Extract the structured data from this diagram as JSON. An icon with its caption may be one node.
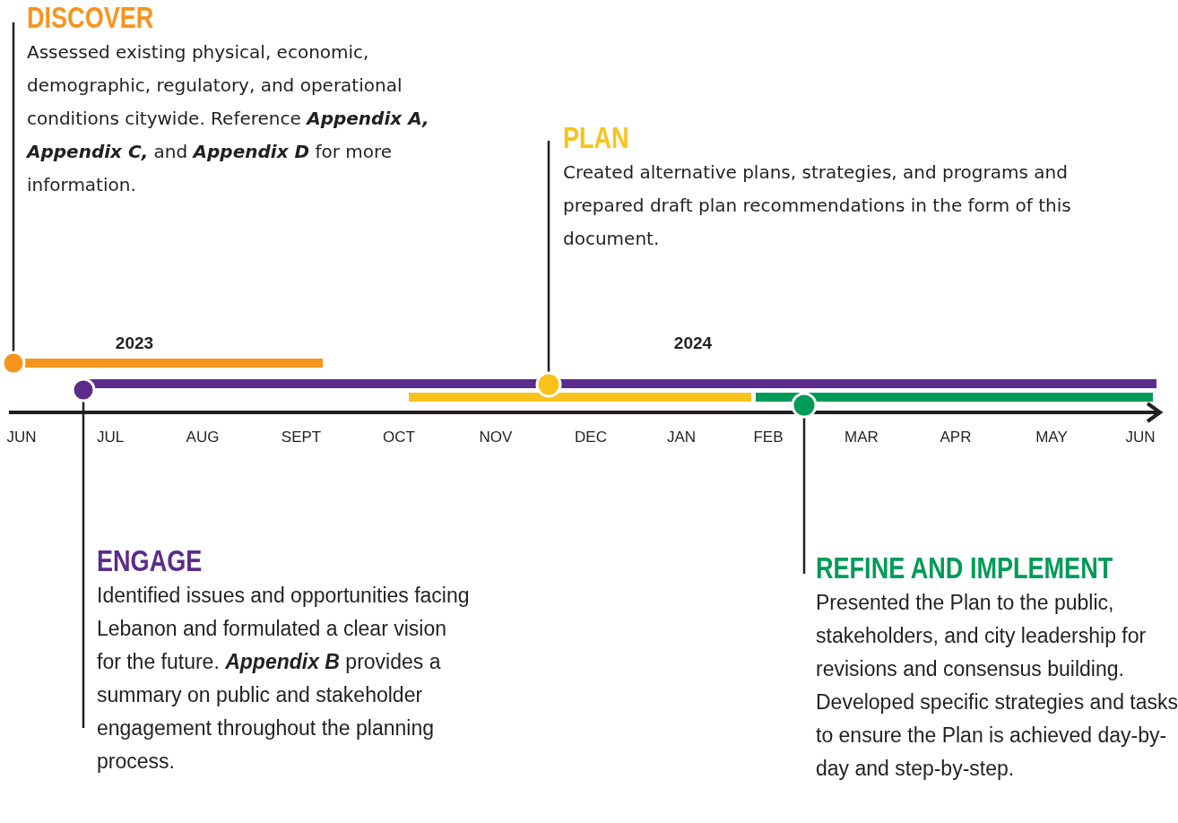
{
  "diagram": {
    "nodes": [
      {
        "text": [
          "DISCOVER",
          "Assessed existing physical, economic, demographic, regulatory, and operational conditions citywide. Reference **Appendix A, Appendix C,** and **Appendix D** for more information."
        ]
      },
      {
        "text": [],
        "shape": "circle"
      },
      {
        "text": [
          "ENGAGE",
          "Identified issues and opportunities facing Lebanon and formulated a clear vision for the future. **Appendix B** provides a summary on public and stakeholder engagement throughout the planning process."
        ]
      },
      {
        "text": [],
        "shape": "circle"
      },
      {
        "text": [
          "PLAN",
          "Created alternative plans, strategies, and programs and prepared draft plan recommendations in the form of this document."
        ]
      },
      {
        "text": [],
        "shape": "circle"
      },
      {
        "text": [
          "REFINE AND IMPLEMENT",
          "Presented the Plan to the public, stakeholders, and city leadership for revisions and consensus building. Developed specific strategies and tasks to ensure the Plan is achieved day-by-day and step-by-step."
        ]
      },
      {
        "text": [],
        "shape": "circle"
      }
    ],
    "edges": [
      {
        "from": 1,
        "to": 0,
        "arrow": "none"
      },
      {
        "from": 3,
        "to": 2,
        "arrow": "none"
      },
      {
        "from": 5,
        "to": 4,
        "arrow": "none"
      },
      {
        "from": 7,
        "to": 6,
        "arrow": "none"
      }
    ],
    "labels": [
      "2023",
      "2024",
      "JUN",
      "JUL",
      "AUG",
      "SEPT",
      "OCT",
      "NOV",
      "DEC",
      "JAN",
      "FEB",
      "MAR",
      "APR",
      "MAY",
      "JUN"
    ]
  }
}
